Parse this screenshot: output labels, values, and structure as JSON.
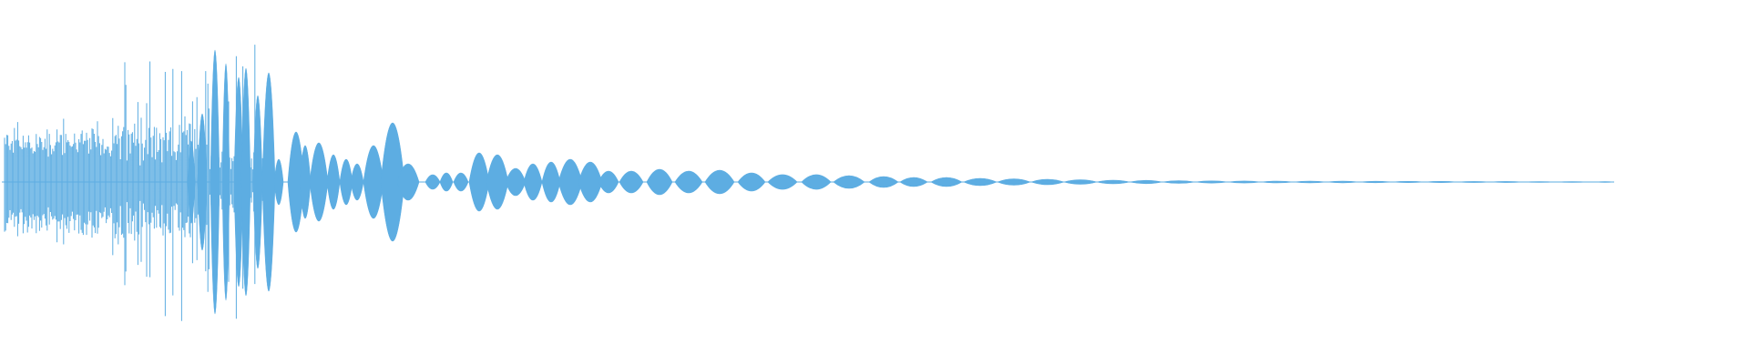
{
  "waveform": {
    "color": "#5DADE2",
    "background": "#FFFFFF",
    "envelope": {
      "noise_burst_fraction": 0.14,
      "peak_level": 1.0,
      "decay_tail": "oscillating-decay"
    }
  }
}
